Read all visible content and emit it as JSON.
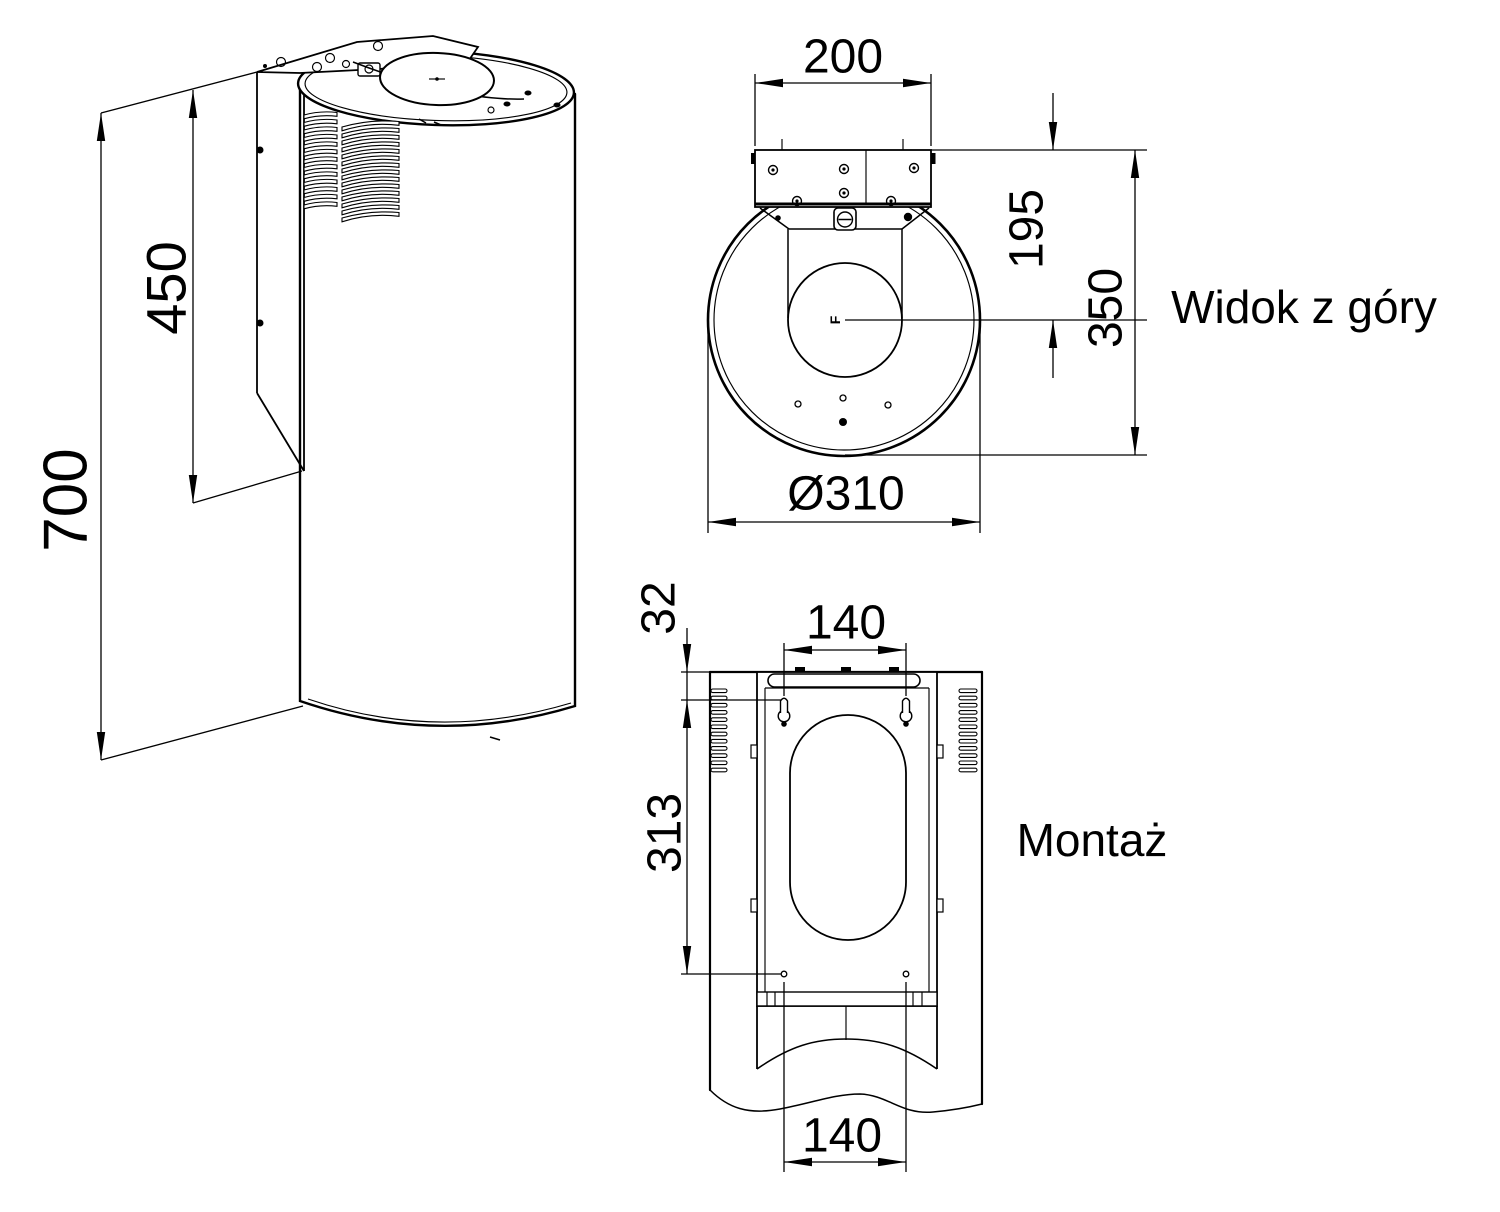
{
  "colors": {
    "ink": "#000000",
    "paper": "#ffffff"
  },
  "iso_view": {
    "dim_total_height": "700",
    "dim_panel_height": "450"
  },
  "top_view": {
    "label": "Widok z góry",
    "dim_bracket_width": "200",
    "dim_center_offset": "195",
    "dim_depth": "350",
    "dim_diameter": "Ø310",
    "center_mark": "F"
  },
  "mount_view": {
    "label": "Montaż",
    "dim_edge_to_keyhole": "32",
    "dim_keyhole_spacing": "140",
    "dim_keyhole_to_hole": "313",
    "dim_hole_spacing": "140"
  }
}
